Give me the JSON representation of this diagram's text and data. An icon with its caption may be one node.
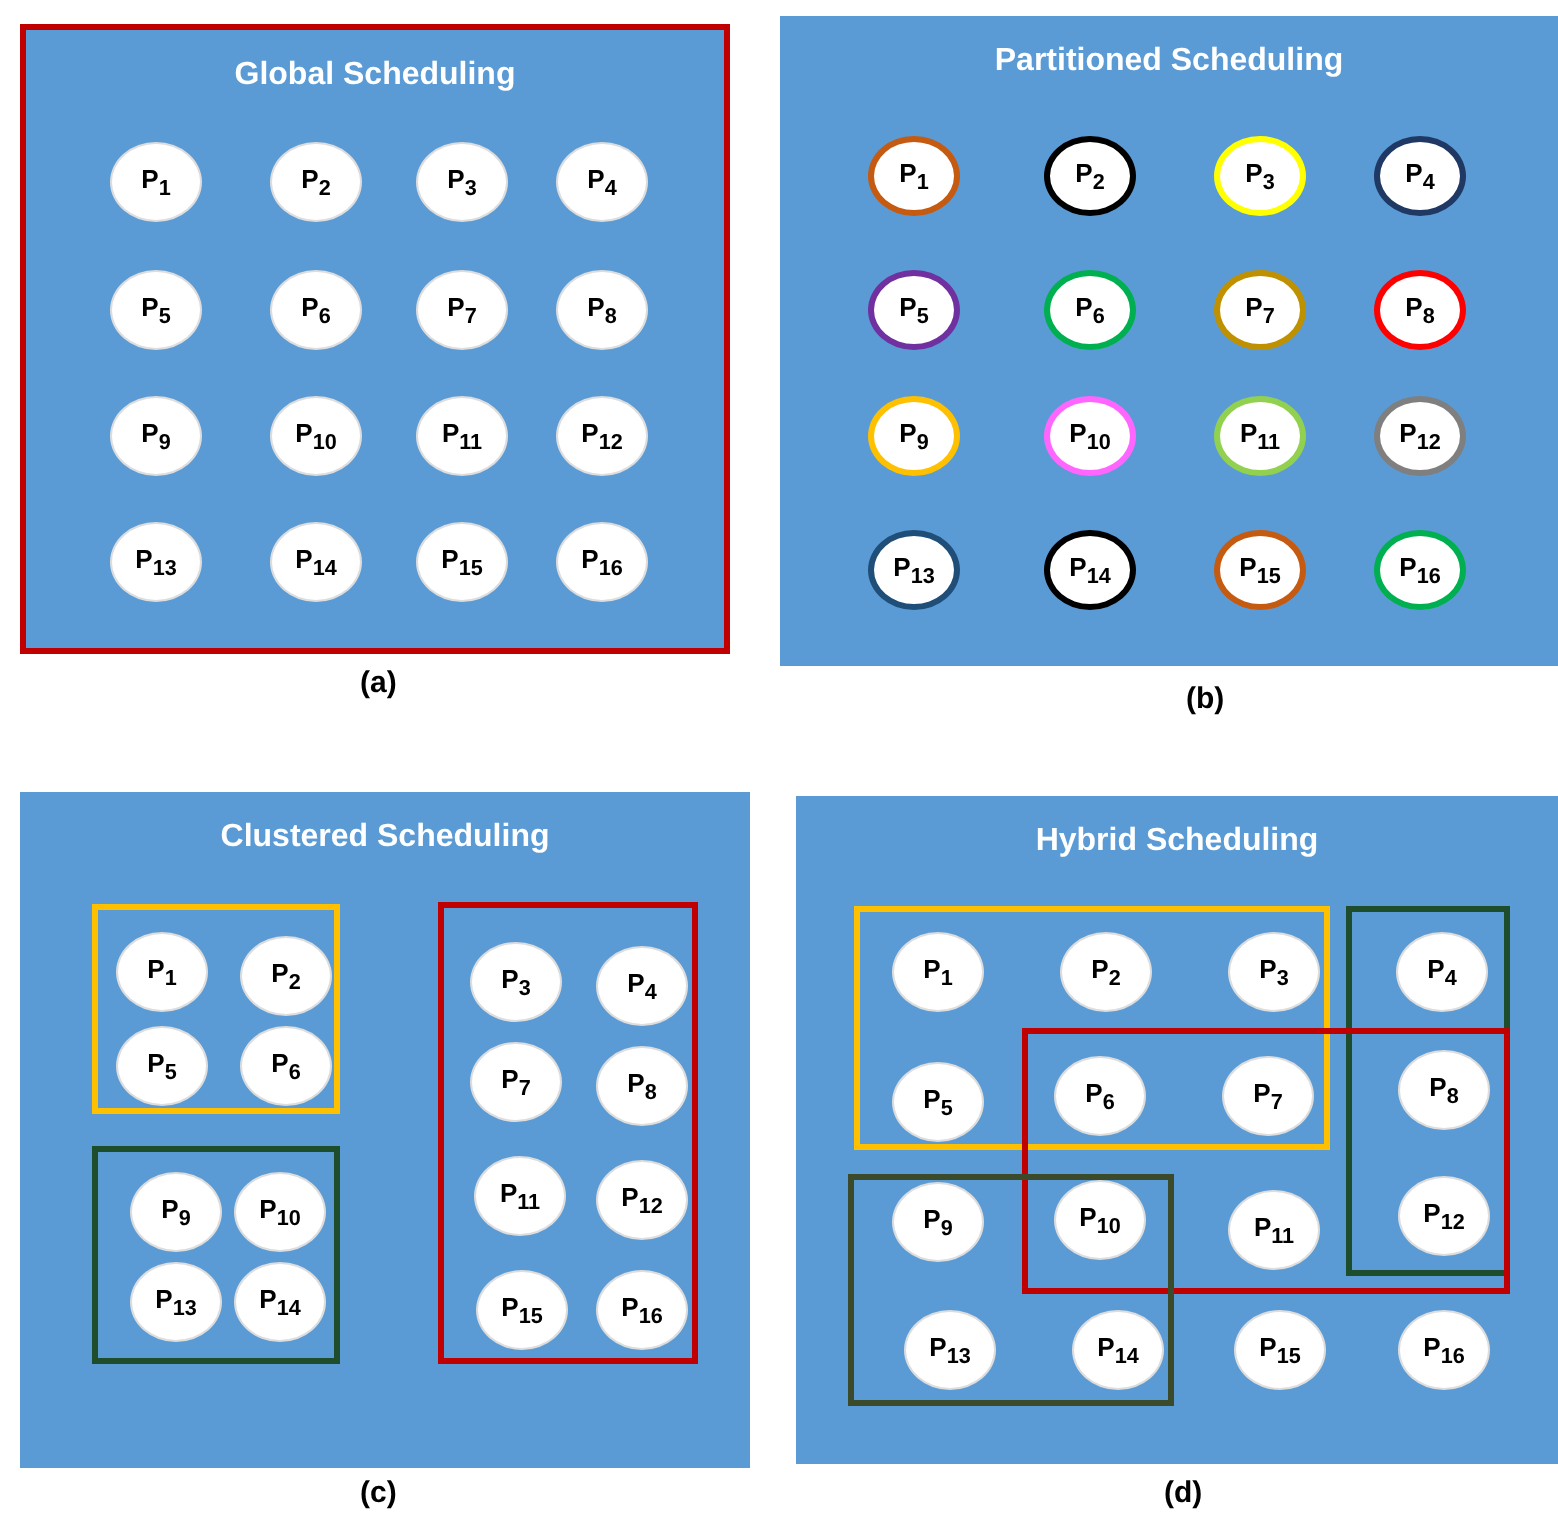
{
  "diagram": {
    "nodes": [
      {
        "text": [
          "Global Scheduling"
        ],
        "beside": [
          "(a)"
        ]
      },
      {
        "text": [
          "P$_{1}$"
        ],
        "in": 0
      },
      {
        "text": [
          "P$_{2}$"
        ],
        "in": 0
      },
      {
        "text": [
          "P$_{3}$"
        ],
        "in": 0
      },
      {
        "text": [
          "P$_{4}$"
        ],
        "in": 0
      },
      {
        "text": [
          "P$_{5}$"
        ],
        "in": 0
      },
      {
        "text": [
          "P$_{6}$"
        ],
        "in": 0
      },
      {
        "text": [
          "P$_{7}$"
        ],
        "in": 0
      },
      {
        "text": [
          "P$_{8}$"
        ],
        "in": 0
      },
      {
        "text": [
          "P$_{9}$"
        ],
        "in": 0
      },
      {
        "text": [
          "P$_{10}$"
        ],
        "in": 0
      },
      {
        "text": [
          "P$_{11}$"
        ],
        "in": 0
      },
      {
        "text": [
          "P$_{12}$"
        ],
        "in": 0
      },
      {
        "text": [
          "P$_{13}$"
        ],
        "in": 0
      },
      {
        "text": [
          "P$_{14}$"
        ],
        "in": 0
      },
      {
        "text": [
          "P$_{15}$"
        ],
        "in": 0
      },
      {
        "text": [
          "P$_{16}$"
        ],
        "in": 0
      },
      {
        "text": [
          "Partitioned Scheduling"
        ],
        "beside": [
          "(b)"
        ]
      },
      {
        "text": [
          "P$_{1}$"
        ],
        "in": 17
      },
      {
        "text": [
          "P$_{2}$"
        ],
        "in": 17
      },
      {
        "text": [
          "P$_{3}$"
        ],
        "in": 17
      },
      {
        "text": [
          "P$_{4}$"
        ],
        "in": 17
      },
      {
        "text": [
          "P$_{5}$"
        ],
        "in": 17
      },
      {
        "text": [
          "P$_{6}$"
        ],
        "in": 17
      },
      {
        "text": [
          "P$_{7}$"
        ],
        "in": 17
      },
      {
        "text": [
          "P$_{8}$"
        ],
        "in": 17
      },
      {
        "text": [
          "P$_{9}$"
        ],
        "in": 17
      },
      {
        "text": [
          "P$_{10}$"
        ],
        "in": 17
      },
      {
        "text": [
          "P$_{11}$"
        ],
        "in": 17
      },
      {
        "text": [
          "P$_{12}$"
        ],
        "in": 17
      },
      {
        "text": [
          "P$_{13}$"
        ],
        "in": 17
      },
      {
        "text": [
          "P$_{14}$"
        ],
        "in": 17
      },
      {
        "text": [
          "P$_{15}$"
        ],
        "in": 17
      },
      {
        "text": [
          "P$_{16}$"
        ],
        "in": 17
      },
      {
        "text": [
          "Clustered Scheduling"
        ],
        "beside": [
          "(c)"
        ]
      },
      {
        "text": [],
        "shape": "box",
        "in": 34
      },
      {
        "text": [
          "P$_{1}$"
        ],
        "in": 35
      },
      {
        "text": [
          "P$_{2}$"
        ],
        "in": 35
      },
      {
        "text": [
          "P$_{5}$"
        ],
        "in": 35
      },
      {
        "text": [
          "P$_{6}$"
        ],
        "in": 35
      },
      {
        "text": [],
        "shape": "box",
        "in": 34
      },
      {
        "text": [
          "P$_{9}$"
        ],
        "in": 40
      },
      {
        "text": [
          "P$_{10}$"
        ],
        "in": 40
      },
      {
        "text": [
          "P$_{13}$"
        ],
        "in": 40
      },
      {
        "text": [
          "P$_{14}$"
        ],
        "in": 40
      },
      {
        "text": [],
        "shape": "box",
        "in": 34
      },
      {
        "text": [
          "P$_{3}$"
        ],
        "in": 45
      },
      {
        "text": [
          "P$_{4}$"
        ],
        "in": 45
      },
      {
        "text": [
          "P$_{7}$"
        ],
        "in": 45
      },
      {
        "text": [
          "P$_{8}$"
        ],
        "in": 45
      },
      {
        "text": [
          "P$_{11}$"
        ],
        "in": 45
      },
      {
        "text": [
          "P$_{12}$"
        ],
        "in": 45
      },
      {
        "text": [
          "P$_{15}$"
        ],
        "in": 45
      },
      {
        "text": [
          "P$_{16}$"
        ],
        "in": 45
      },
      {
        "text": [
          "Hybrid Scheduling"
        ],
        "beside": [
          "(d)"
        ]
      },
      {
        "text": [],
        "shape": "box",
        "in": 54
      },
      {
        "text": [],
        "shape": "box",
        "in": 54
      },
      {
        "text": [],
        "shape": "box",
        "in": 54
      },
      {
        "text": [],
        "shape": "box",
        "in": 54
      },
      {
        "text": [
          "P$_{1}$"
        ],
        "in": 55
      },
      {
        "text": [
          "P$_{2}$"
        ],
        "in": 55
      },
      {
        "text": [
          "P$_{3}$"
        ],
        "in": 55
      },
      {
        "text": [
          "P$_{4}$"
        ],
        "in": 56
      },
      {
        "text": [
          "P$_{5}$"
        ],
        "in": 55
      },
      {
        "text": [
          "P$_{6}$"
        ]
      },
      {
        "text": [
          "P$_{7}$"
        ]
      },
      {
        "text": [
          "P$_{8}$"
        ]
      },
      {
        "text": [
          "P$_{9}$"
        ],
        "in": 58
      },
      {
        "text": [
          "P$_{10}$"
        ]
      },
      {
        "text": [
          "P$_{11}$"
        ],
        "in": 57
      },
      {
        "text": [
          "P$_{12}$"
        ]
      },
      {
        "text": [
          "P$_{13}$"
        ],
        "in": 58
      },
      {
        "text": [
          "P$_{14}$"
        ],
        "in": 58
      },
      {
        "text": [
          "P$_{15}$"
        ],
        "in": 54
      },
      {
        "text": [
          "P$_{16}$"
        ],
        "in": 54
      }
    ]
  }
}
